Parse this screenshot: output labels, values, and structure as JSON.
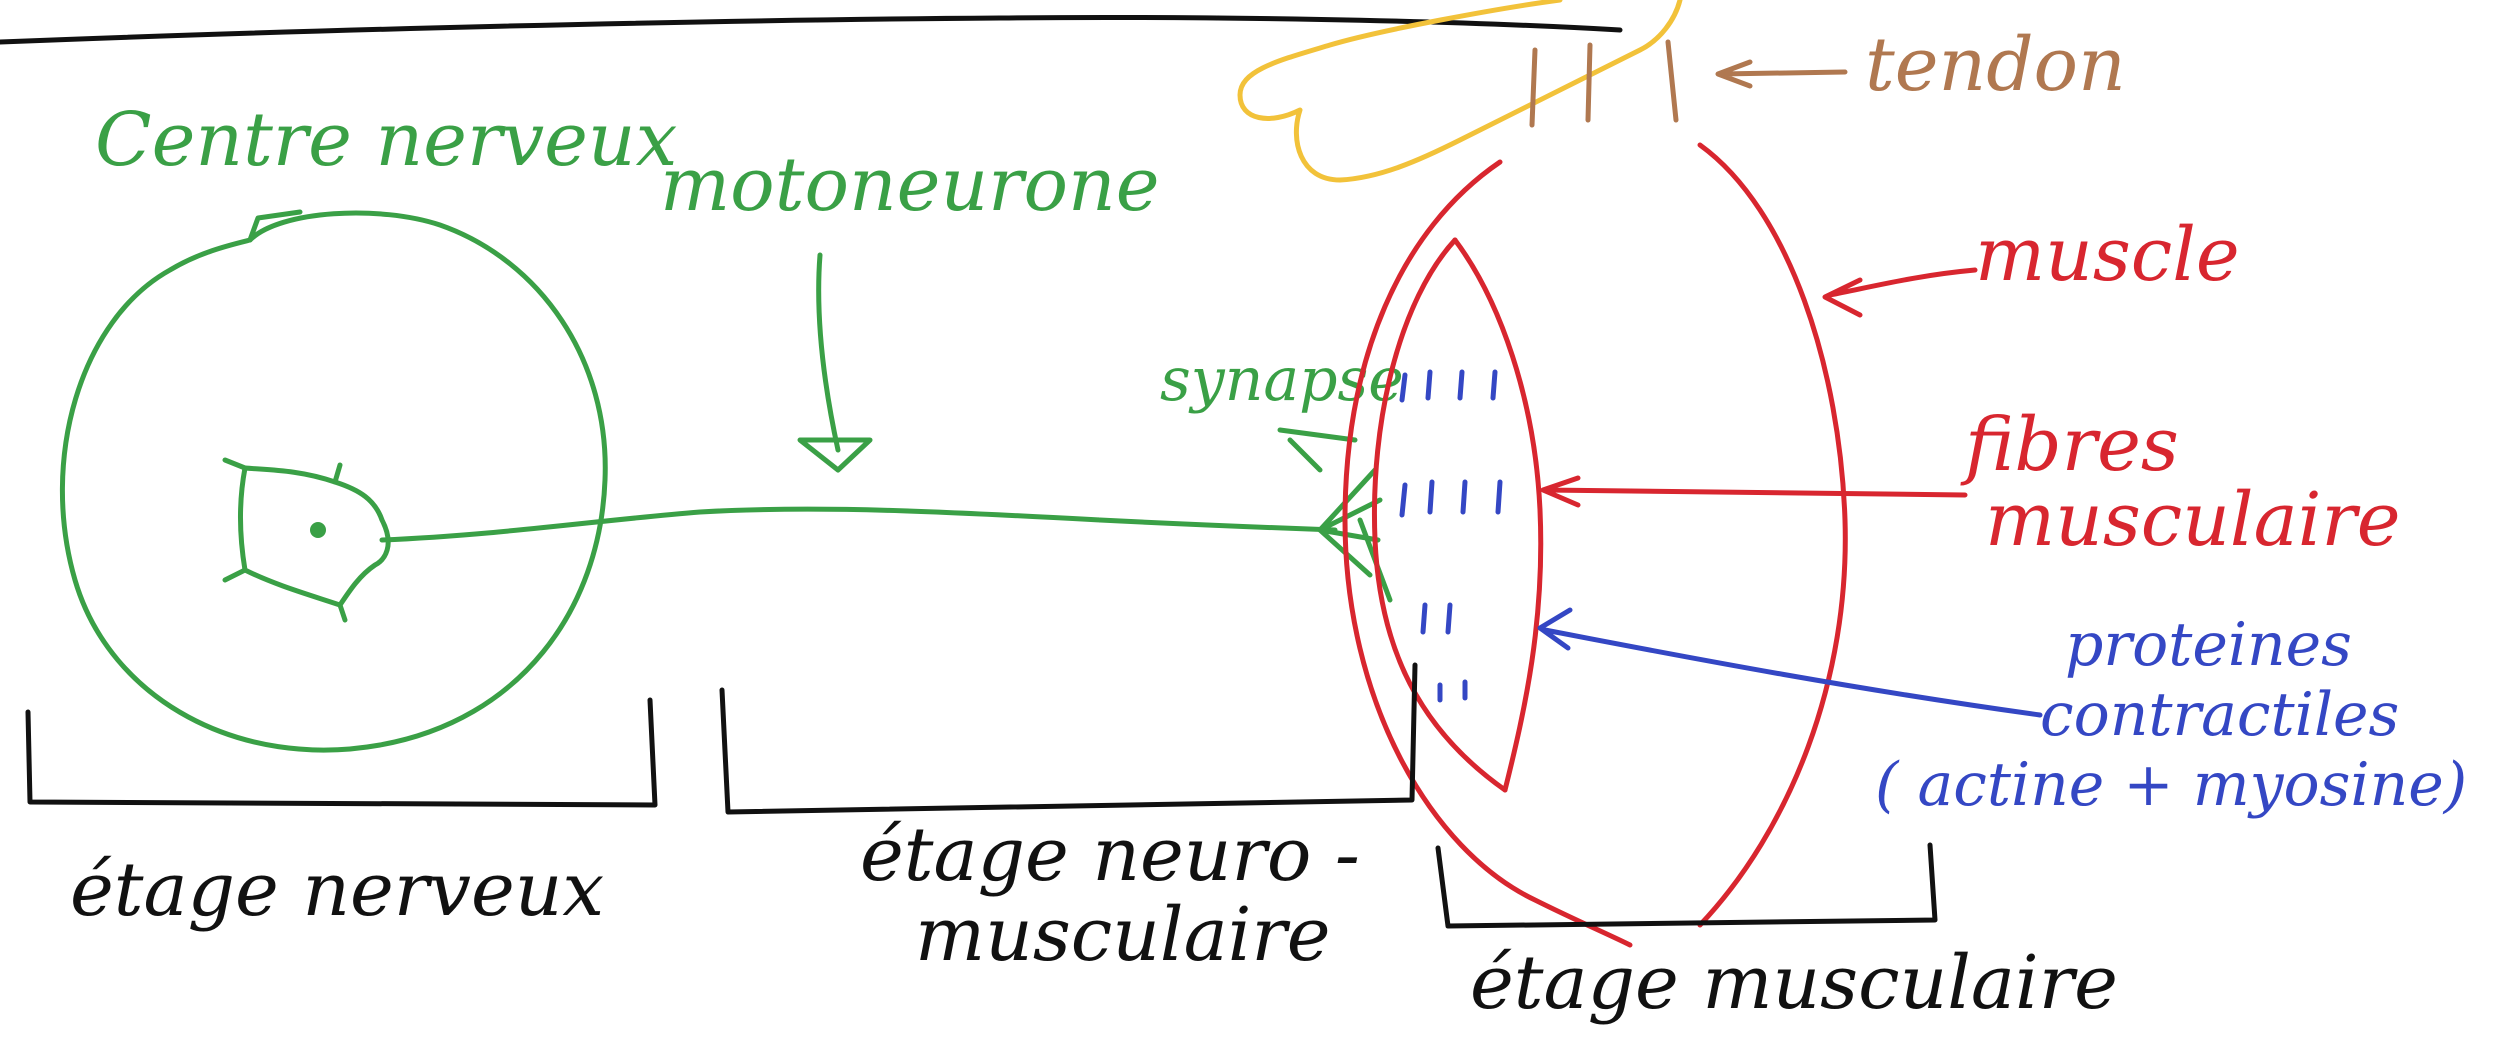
{
  "colors": {
    "nervous": "#3aa046",
    "muscle": "#d8262f",
    "protein": "#3447c4",
    "tendon": "#b07850",
    "bone": "#f2c23a",
    "ink": "#111111"
  },
  "labels": {
    "centre_nerveux": "Centre nerveux",
    "motoneurone": "motoneurone",
    "synapse": "synapse",
    "tendon": "tendon",
    "muscle": "muscle",
    "fibres_line1": "fibres",
    "fibres_line2": "musculaire",
    "proteines_line1": "proteines",
    "proteines_line2": "contractiles",
    "proteines_line3": "( actine + myosine)",
    "etage_nerveux": "étage nerveux",
    "etage_neuro_line1": "étage neuro -",
    "etage_neuro_line2": "musculaire",
    "etage_musculaire": "étage musculaire"
  }
}
